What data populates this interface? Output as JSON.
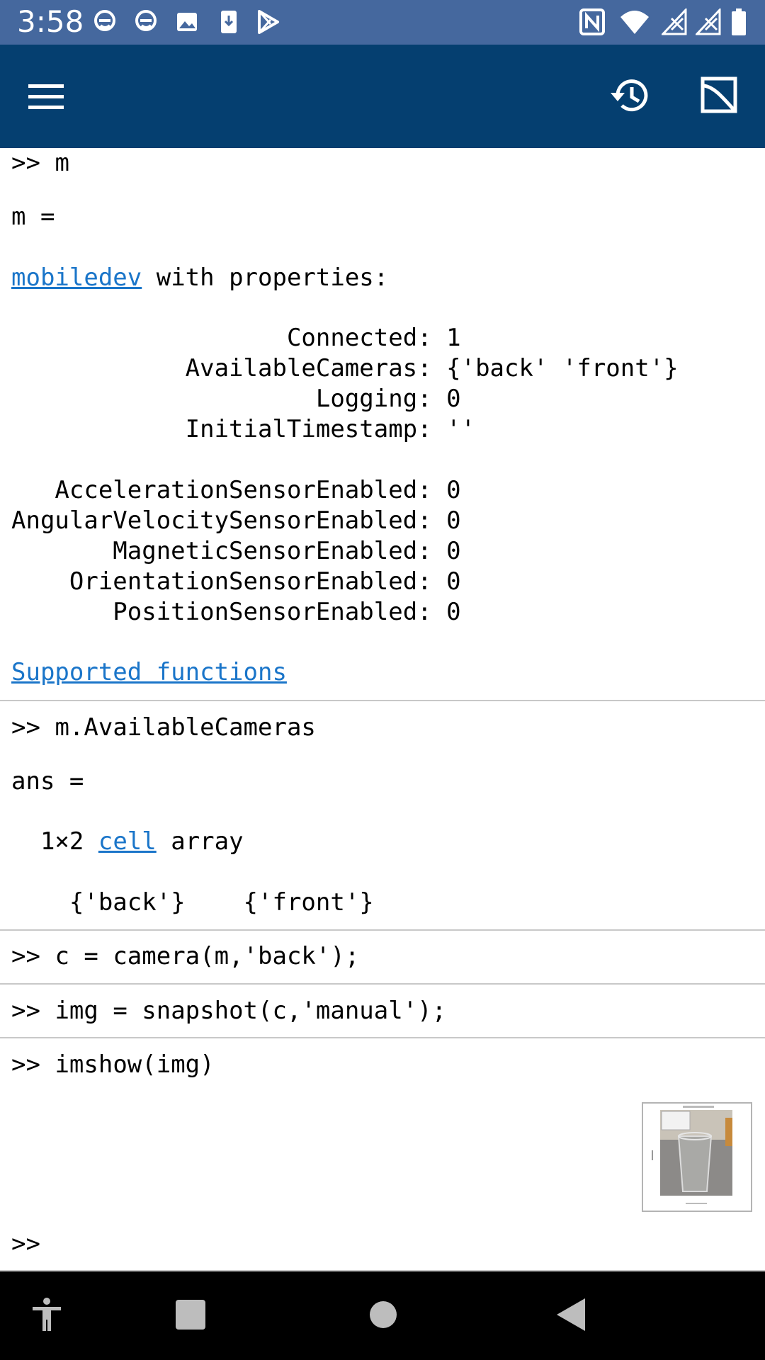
{
  "status_bar": {
    "time": "3:58",
    "left_icons": [
      "edge-notification-icon",
      "edge-notification-icon",
      "gallery-icon",
      "download-icon",
      "play-store-icon"
    ],
    "right_icons": [
      "nfc-icon",
      "wifi-icon",
      "no-signal-icon",
      "no-signal-icon",
      "battery-icon"
    ],
    "color": "#45689e"
  },
  "app_bar": {
    "color": "#053f70",
    "icons": [
      "menu-icon",
      "history-icon",
      "figure-icon"
    ]
  },
  "console": {
    "block1": {
      "cmd": "m",
      "result_var": "m =",
      "class_link": "mobiledev",
      "class_suffix": "with properties:",
      "props": [
        {
          "name": "Connected:",
          "value": "1"
        },
        {
          "name": "AvailableCameras:",
          "value": "{'back' 'front'}"
        },
        {
          "name": "Logging:",
          "value": "0"
        },
        {
          "name": "InitialTimestamp:",
          "value": "''"
        },
        {
          "name": "AccelerationSensorEnabled:",
          "value": "0"
        },
        {
          "name": "AngularVelocitySensorEnabled:",
          "value": "0"
        },
        {
          "name": "MagneticSensorEnabled:",
          "value": "0"
        },
        {
          "name": "OrientationSensorEnabled:",
          "value": "0"
        },
        {
          "name": "PositionSensorEnabled:",
          "value": "0"
        }
      ],
      "functions_link": "Supported functions"
    },
    "block2": {
      "cmd": "m.AvailableCameras",
      "result_var": "ans =",
      "size": "1×2",
      "cell_link": "cell",
      "array_word": "array",
      "cell_back": "{'back'}",
      "cell_front": "{'front'}"
    },
    "block3": {
      "cmd": "c = camera(m,'back');"
    },
    "block4": {
      "cmd": "img = snapshot(c,'manual');"
    },
    "block5": {
      "cmd": "imshow(img)"
    },
    "prompt": ">>",
    "link_color": "#1a75c9"
  },
  "nav_bar": {
    "icons": [
      "accessibility-icon",
      "recents-icon",
      "home-icon",
      "back-icon"
    ]
  }
}
